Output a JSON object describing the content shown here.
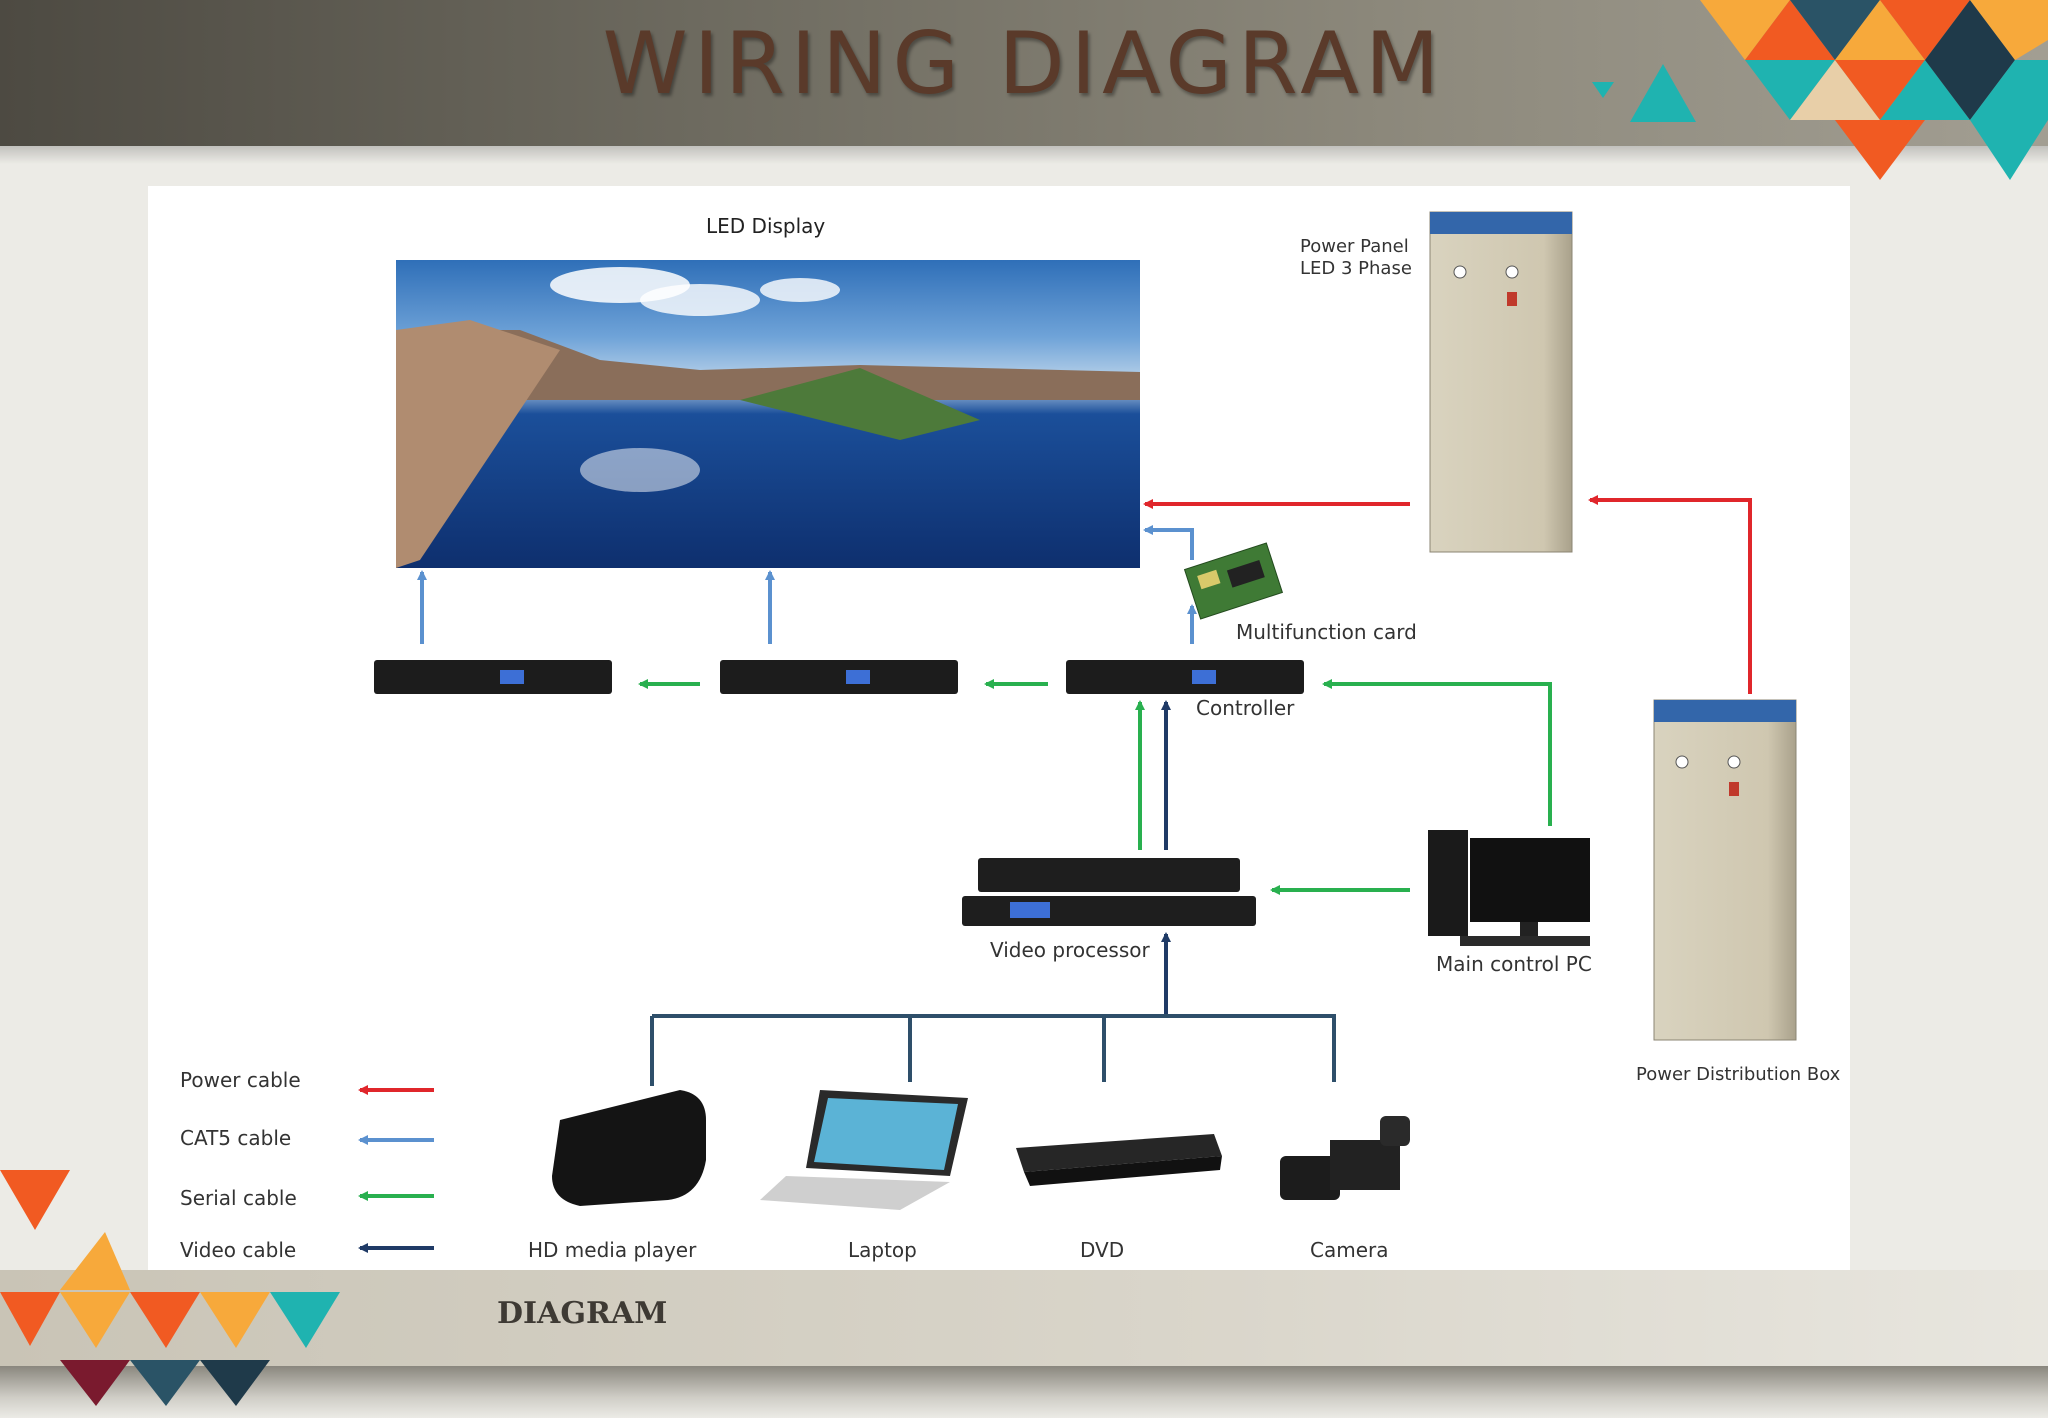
{
  "slide": {
    "title": "WIRING DIAGRAM",
    "footer_label": "DIAGRAM"
  },
  "diagram": {
    "led_display": "LED Display",
    "power_panel_line1": "Power Panel",
    "power_panel_line2": "LED 3 Phase",
    "multifunction_card": "Multifunction card",
    "controller": "Controller",
    "video_processor": "Video processor",
    "main_control_pc": "Main control PC",
    "power_distribution_box": "Power Distribution Box",
    "sources": {
      "hd_media_player": "HD media player",
      "laptop": "Laptop",
      "dvd": "DVD",
      "camera": "Camera"
    }
  },
  "legend": [
    {
      "label": "Power cable",
      "color": "#e0262b"
    },
    {
      "label": "CAT5 cable",
      "color": "#5b91cf"
    },
    {
      "label": "Serial cable",
      "color": "#29b04f"
    },
    {
      "label": "Video cable",
      "color": "#1f3a66"
    }
  ],
  "colors": {
    "power": "#e0262b",
    "cat5": "#5b91cf",
    "serial": "#29b04f",
    "video": "#1f3a66",
    "source_bus": "#2e4f6a",
    "accent_orange": "#f15a22",
    "accent_teal": "#1fb3b0",
    "accent_yellow": "#f7a93b",
    "accent_maroon": "#7a1a2e"
  }
}
